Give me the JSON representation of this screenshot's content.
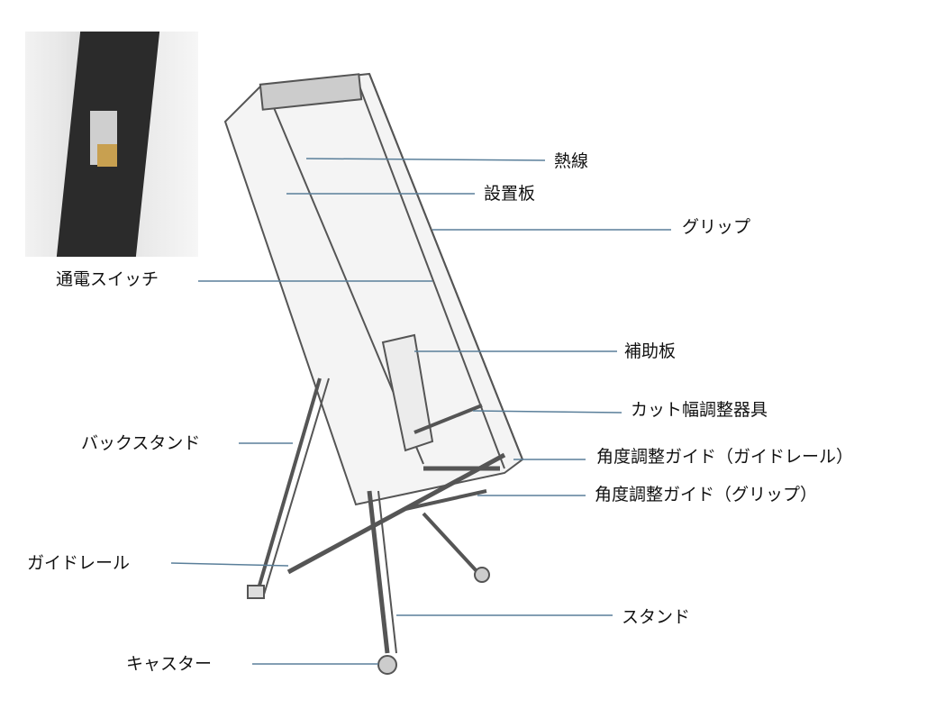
{
  "labels": {
    "heat_wire": "熱線",
    "mount_board": "設置板",
    "grip": "グリップ",
    "power_switch": "通電スイッチ",
    "aux_board": "補助板",
    "cut_width_adjuster": "カット幅調整器具",
    "back_stand": "バックスタンド",
    "angle_guide_rail": "角度調整ガイド（ガイドレール）",
    "angle_guide_grip": "角度調整ガイド（グリップ）",
    "guide_rail": "ガイドレール",
    "stand": "スタンド",
    "caster": "キャスター"
  },
  "colors": {
    "leader": "#5a7f9a",
    "frame": "#555555"
  }
}
